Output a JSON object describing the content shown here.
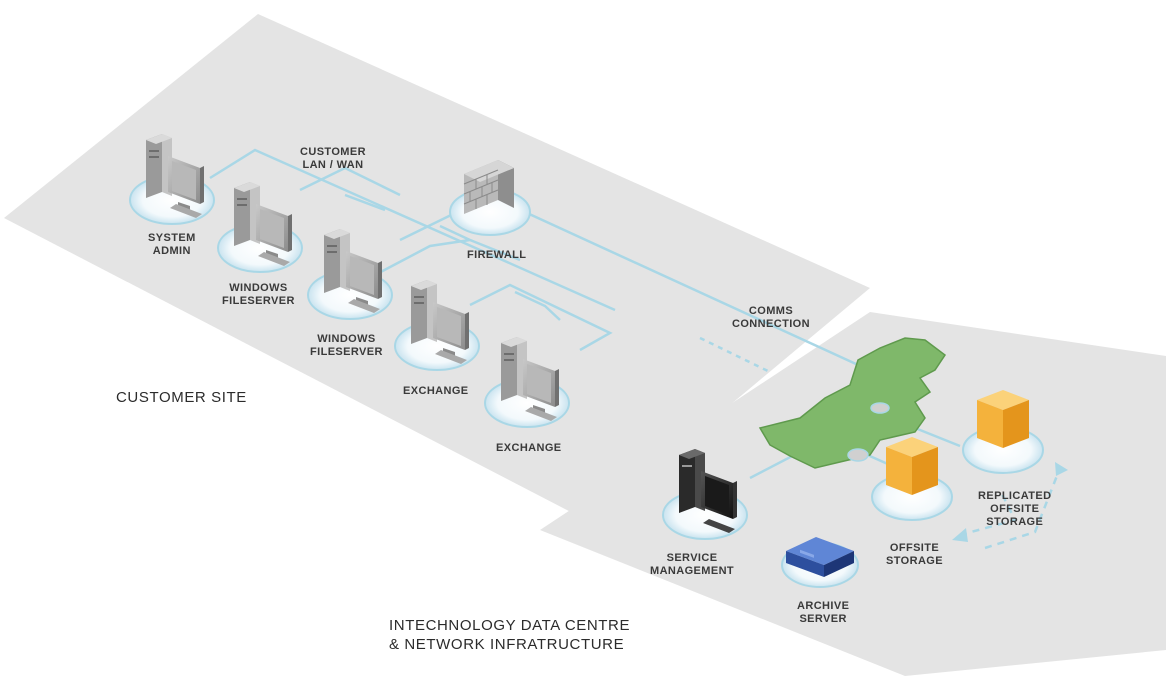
{
  "labels": {
    "customer_lan": [
      "CUSTOMER",
      "LAN / WAN"
    ],
    "system_admin": [
      "SYSTEM",
      "ADMIN"
    ],
    "windows_fileserver_1": [
      "WINDOWS",
      "FILESERVER"
    ],
    "windows_fileserver_2": [
      "WINDOWS",
      "FILESERVER"
    ],
    "firewall": "FIREWALL",
    "exchange_1": "EXCHANGE",
    "exchange_2": "EXCHANGE",
    "comms_connection": [
      "COMMS",
      "CONNECTION"
    ],
    "customer_site": "CUSTOMER SITE",
    "service_management": [
      "SERVICE",
      "MANAGEMENT"
    ],
    "archive_server": [
      "ARCHIVE",
      "SERVER"
    ],
    "offsite_storage": [
      "OFFSITE",
      "STORAGE"
    ],
    "replicated_offsite_storage": [
      "REPLICATED",
      "OFFSITE",
      "STORAGE"
    ],
    "data_centre": [
      "INTECHNOLOGY DATA CENTRE",
      "& NETWORK INFRATRUCTURE"
    ]
  },
  "colors": {
    "platform": "#e4e4e4",
    "link": "#a9d7e6",
    "ring": "#dcecf4",
    "map": "#7fb86a",
    "storage": "#f4b23c",
    "archive": "#2d4f9e"
  }
}
